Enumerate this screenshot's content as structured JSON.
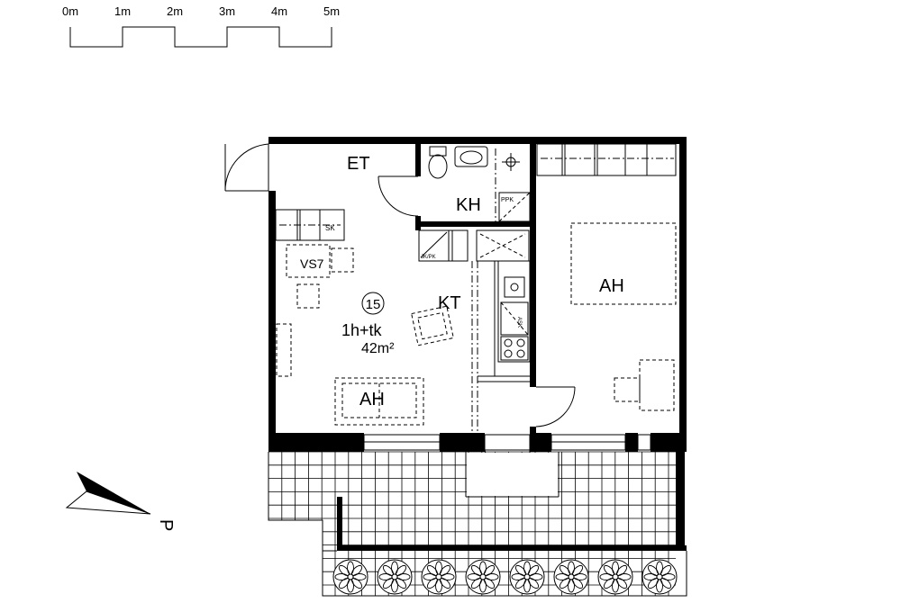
{
  "scale_bar": {
    "ticks": [
      "0m",
      "1m",
      "2m",
      "3m",
      "4m",
      "5m"
    ]
  },
  "apartment": {
    "number": "15",
    "type": "1h+tk",
    "area": "42m²"
  },
  "rooms": {
    "entry": "ET",
    "bathroom": "KH",
    "kitchen": "KT",
    "living": "AH",
    "bedroom": "AH"
  },
  "fixtures": {
    "closet": "SK",
    "wardrobe": "VS7",
    "washer_dryer": "PPK",
    "dryer_cabinet": "JK/PK",
    "dishwasher": "ASK"
  },
  "compass": {
    "north_label": "P"
  },
  "colors": {
    "ink": "#000000",
    "background": "#ffffff"
  }
}
